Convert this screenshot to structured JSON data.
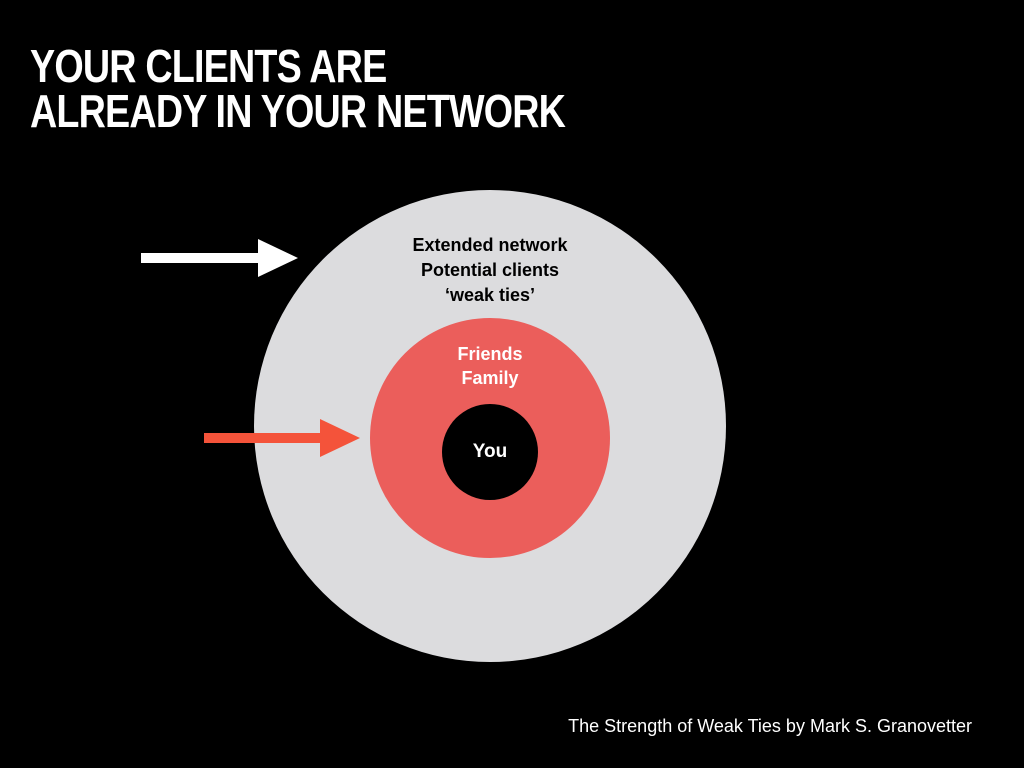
{
  "title": {
    "line1": "YOUR CLIENTS ARE",
    "line2": "ALREADY IN YOUR NETWORK"
  },
  "rings": {
    "outer": {
      "line1": "Extended network",
      "line2": "Potential clients",
      "line3": "‘weak ties’",
      "color": "#dcdcde"
    },
    "middle": {
      "line1": "Friends",
      "line2": "Family",
      "color": "#eb5e5b"
    },
    "inner": {
      "label": "You",
      "color": "#000000"
    }
  },
  "arrows": {
    "outer_color": "#ffffff",
    "middle_color": "#f4533a"
  },
  "citation": "The Strength of Weak Ties by Mark S. Granovetter"
}
